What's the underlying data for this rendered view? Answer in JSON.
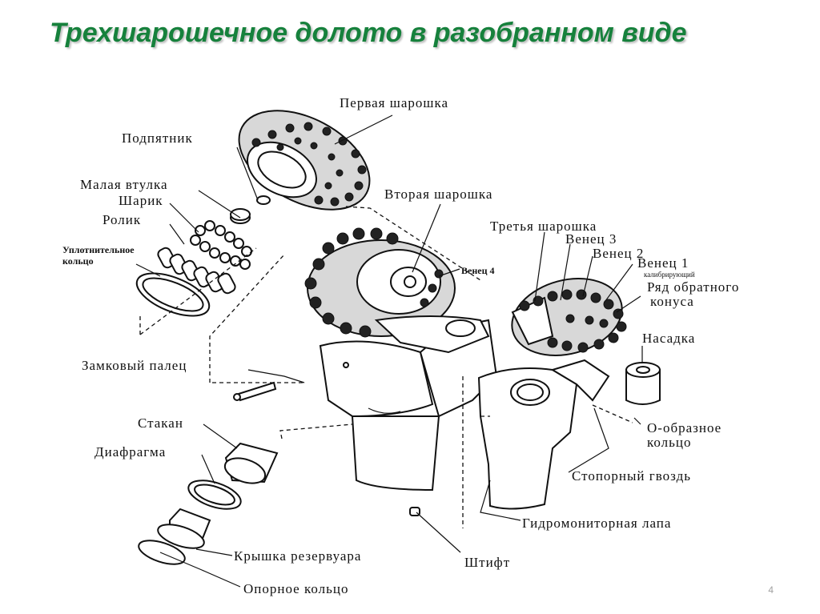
{
  "title": "Трехшарошечное долото в разобранном виде",
  "page_number": "4",
  "labels": {
    "first_cone": "Первая шарошка",
    "thrust_bearing": "Подпятник",
    "small_bushing": "Малая втулка",
    "ball": "Шарик",
    "roller": "Ролик",
    "seal_ring_1": "Уплотнительное",
    "seal_ring_2": "кольцо",
    "second_cone": "Вторая шарошка",
    "third_cone": "Третья шарошка",
    "row3": "Венец 3",
    "row2": "Венец 2",
    "row4": "Венец 4",
    "row1": "Венец 1",
    "row1_sub": "калибрирующий",
    "back_cone_row_1": "Ряд обратного",
    "back_cone_row_2": "конуса",
    "nozzle": "Насадка",
    "lock_pin": "Замковый палец",
    "o_ring_1": "О-образное",
    "o_ring_2": "кольцо",
    "cup": "Стакан",
    "diaphragm": "Диафрагма",
    "retaining_nail": "Стопорный гвоздь",
    "hydro_leg": "Гидромониторная лапа",
    "reservoir_cap": "Крышка резервуара",
    "pin": "Штифт",
    "support_ring": "Опорное кольцо"
  },
  "colors": {
    "title": "#16813c",
    "ink": "#111111",
    "page_number": "#a0a0a0"
  }
}
